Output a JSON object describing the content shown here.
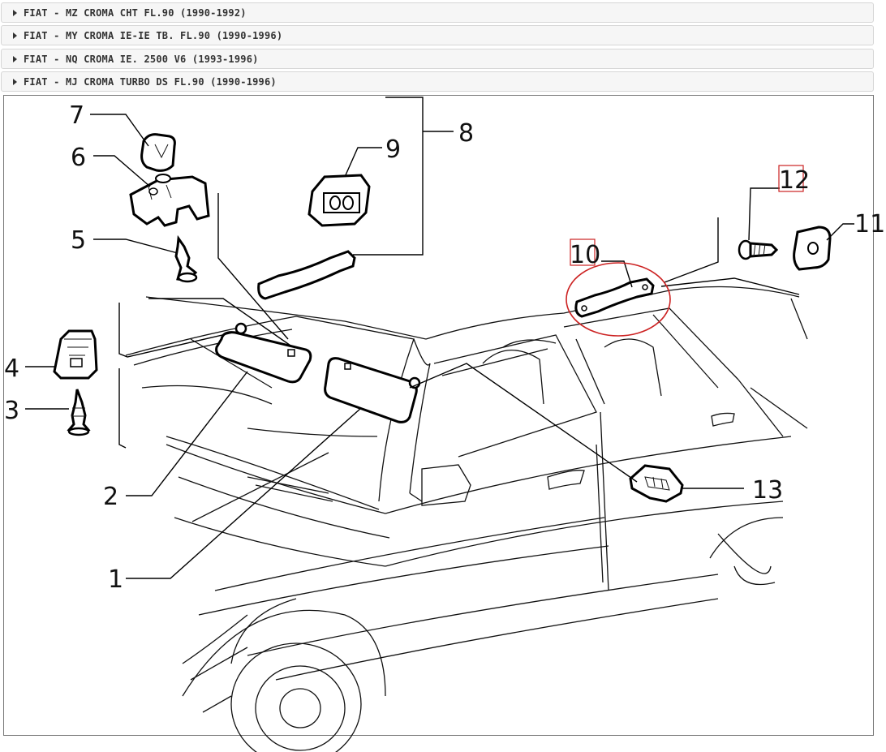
{
  "vehicle_list": [
    {
      "label": "FIAT - MZ CROMA CHT FL.90 (1990-1992)"
    },
    {
      "label": "FIAT - MY CROMA IE-IE TB. FL.90 (1990-1996)"
    },
    {
      "label": "FIAT - NQ CROMA IE. 2500 V6 (1993-1996)"
    },
    {
      "label": "FIAT - MJ CROMA TURBO DS FL.90 (1990-1996)"
    }
  ],
  "diagram": {
    "callouts": {
      "c1": "1",
      "c2": "2",
      "c3": "3",
      "c4": "4",
      "c5": "5",
      "c6": "6",
      "c7": "7",
      "c8": "8",
      "c9": "9",
      "c10": "10",
      "c11": "11",
      "c12": "12",
      "c13": "13"
    },
    "highlighted_callouts": [
      "10",
      "12"
    ],
    "highlight_color": "#cc2222"
  }
}
